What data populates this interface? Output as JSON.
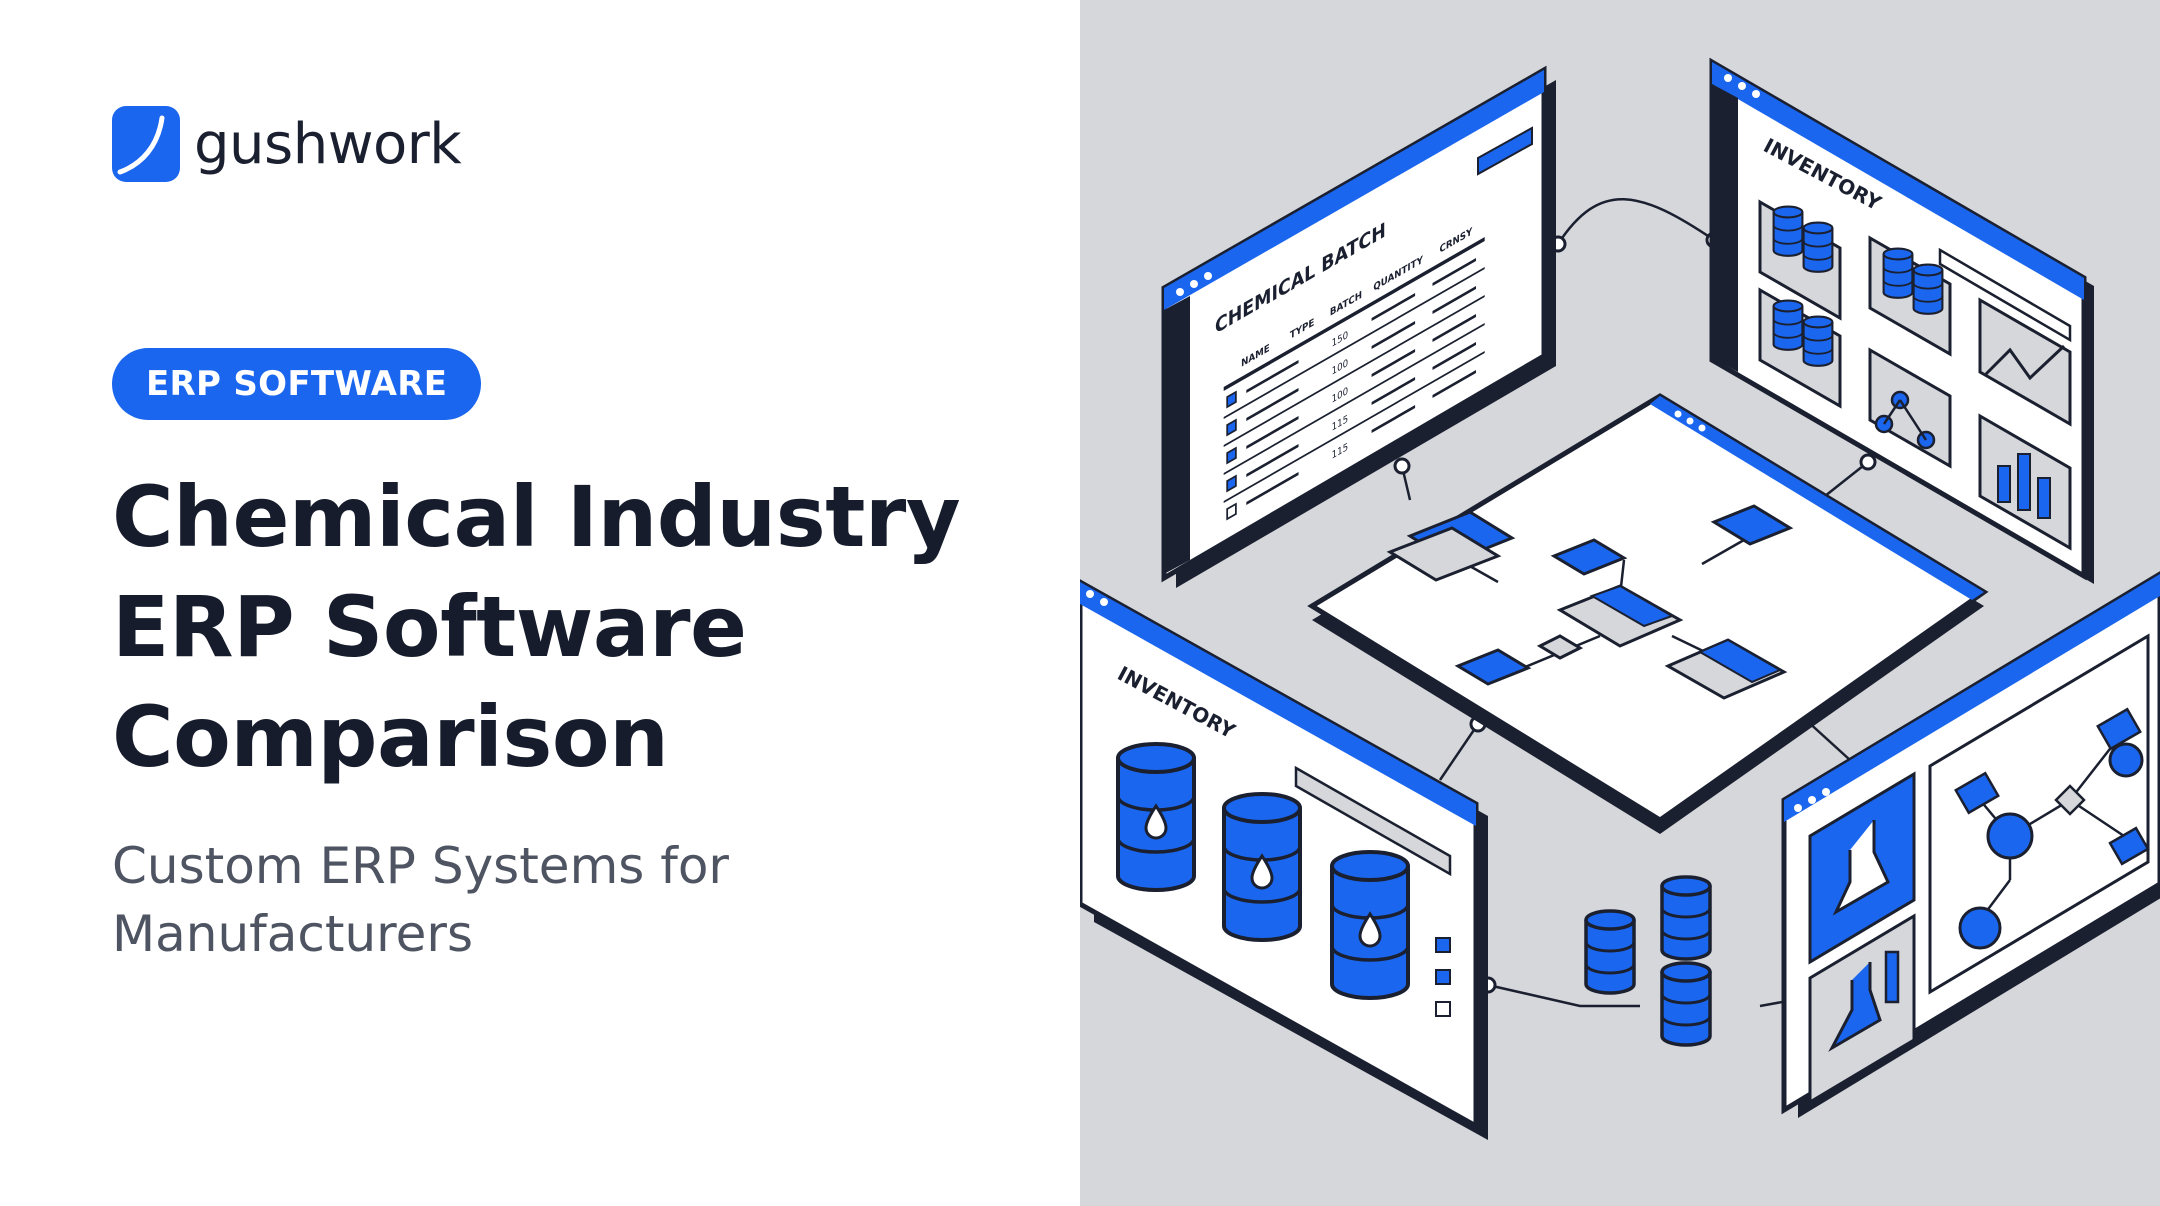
{
  "brand": {
    "name": "gushwork",
    "accent": "#1b66ee"
  },
  "badge": {
    "label": "ERP SOFTWARE"
  },
  "headline": {
    "lines": [
      "Chemical Industry",
      "ERP Software",
      "Comparison"
    ]
  },
  "subtitle": {
    "lines": [
      "Custom ERP Systems for",
      "Manufacturers"
    ]
  },
  "illustration": {
    "batch_panel": {
      "title": "CHEMICAL BATCH",
      "columns": [
        "NAME",
        "TYPE",
        "BATCH",
        "QUANTITY",
        "CRNSY"
      ],
      "rows": [
        {
          "batch": "150"
        },
        {
          "batch": "100"
        },
        {
          "batch": "100"
        },
        {
          "batch": "115"
        },
        {
          "batch": "115"
        }
      ]
    },
    "inventory_panel_top": {
      "title": "INVENTORY"
    },
    "inventory_panel_bottom": {
      "title": "INVENTORY"
    }
  },
  "colors": {
    "background_right": "#d6d7db",
    "dark": "#1b2030",
    "blue": "#1b66ee"
  }
}
